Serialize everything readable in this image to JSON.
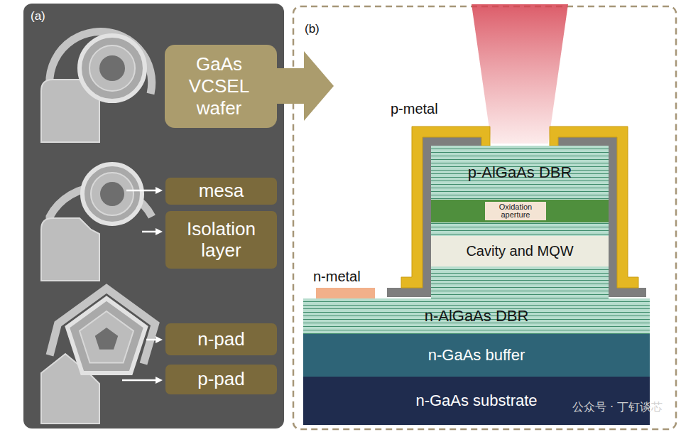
{
  "diagram": {
    "nodes": [
      {
        "text": [
          "(a)"
        ]
      },
      {
        "text": [
          "GaAs VCSEL wafer"
        ],
        "in": 0
      },
      {
        "text": [
          "mesa"
        ],
        "in": 0
      },
      {
        "text": [
          "Isolation layer"
        ],
        "in": 0
      },
      {
        "text": [
          "n-pad"
        ],
        "in": 0
      },
      {
        "text": [
          "p-pad"
        ],
        "in": 0
      },
      {
        "text": [
          "(b)"
        ]
      },
      {
        "text": [
          "p-AlGaAs DBR"
        ],
        "in": 6
      },
      {
        "text": [
          "Oxidation aperture"
        ],
        "in": 6
      },
      {
        "text": [
          "Cavity and MQW"
        ],
        "in": 6
      },
      {
        "text": [
          "n-AlGaAs DBR"
        ],
        "in": 6
      },
      {
        "text": [
          "n-GaAs buffer"
        ],
        "in": 6
      },
      {
        "text": [
          "n-GaAs substrate"
        ],
        "in": 6
      }
    ],
    "labels": [
      "p-metal",
      "n-metal",
      "公众号 · 丁钉谈芯"
    ]
  }
}
